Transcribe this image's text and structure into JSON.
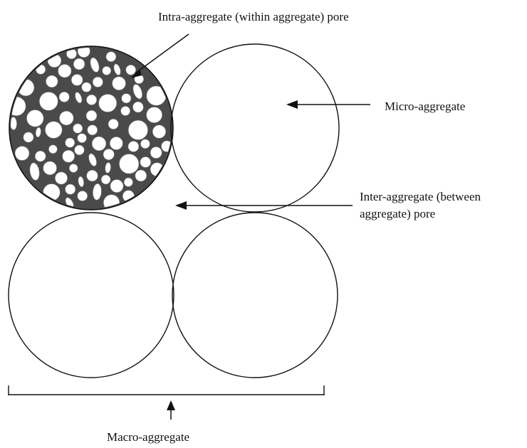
{
  "labels": {
    "intra_pore": "Intra-aggregate (within aggregate) pore",
    "micro_aggregate": "Micro-aggregate",
    "inter_pore_line1": "Inter-aggregate (between",
    "inter_pore_line2": "aggregate) pore",
    "macro_aggregate": "Macro-aggregate"
  },
  "colors": {
    "stroke": "#111111",
    "aggregate_fill": "#4a4a4a",
    "particle_fill": "#ffffff"
  }
}
